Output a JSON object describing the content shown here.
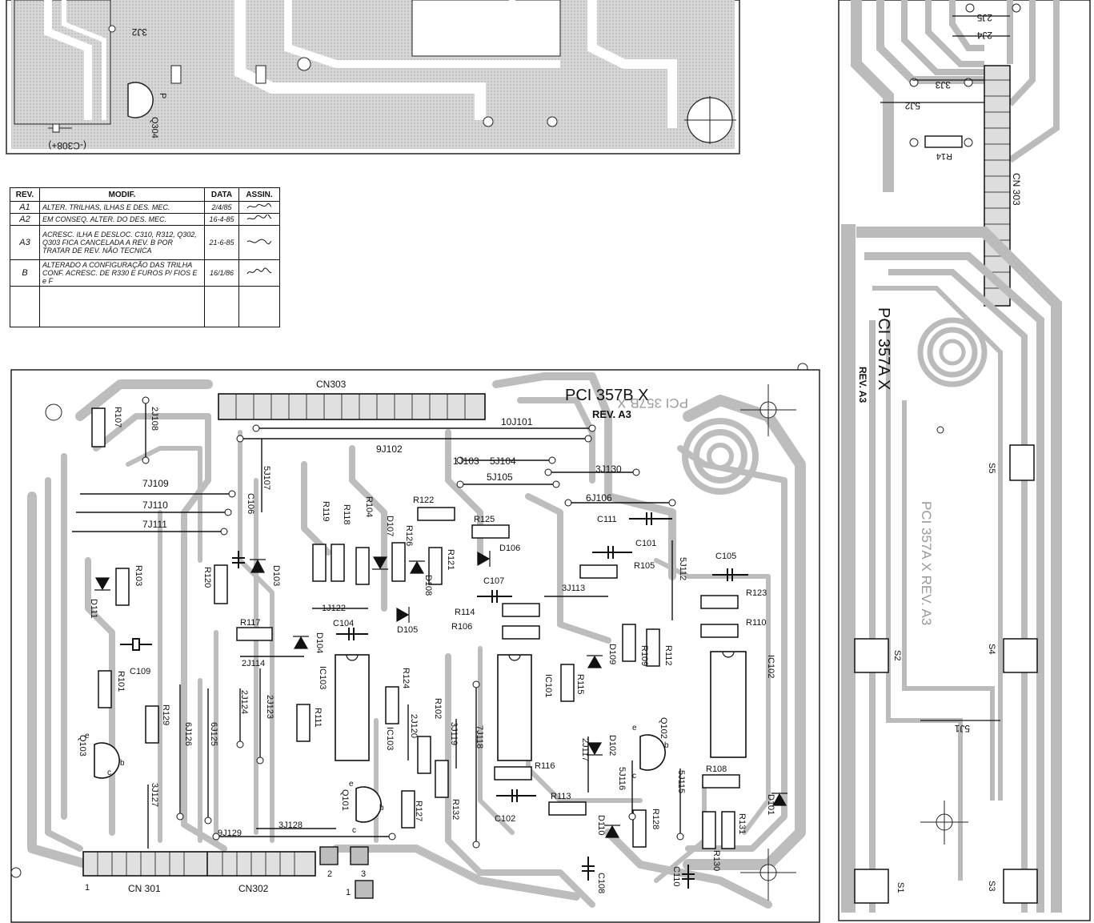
{
  "revision_table": {
    "headers": {
      "rev": "REV.",
      "modif": "MODIF.",
      "data": "DATA",
      "assin": "ASSIN."
    },
    "rows": [
      {
        "rev": "A1",
        "modif": "ALTER. TRILHAS, ILHAS E DES. MEC.",
        "data": "2/4/85",
        "assin": "signature"
      },
      {
        "rev": "A2",
        "modif": "EM CONSEQ. ALTER. DO DES. MEC.",
        "data": "16-4-85",
        "assin": "signature"
      },
      {
        "rev": "A3",
        "modif": "ACRESC. ILHA E DESLOC. C310, R312, Q302, Q303 FICA CANCELADA A REV. B POR TRATAR DE REV. NÃO TECNICA",
        "data": "21-6-85",
        "assin": "signature"
      },
      {
        "rev": "B",
        "modif": "ALTERADO A CONFIGURAÇÃO DAS TRILHA CONF. ACRESC. DE R330 E FUROS P/ FIOS E e F",
        "data": "16/1/86",
        "assin": "signature"
      }
    ]
  },
  "top_board": {
    "labels": [
      "3J2",
      "(-C308+)",
      "Q304",
      "P"
    ]
  },
  "main_board": {
    "title": "PCI 357B X",
    "revision": "REV. A3",
    "mirror_text": "PCI 357B X",
    "connectors": {
      "top": "CN303",
      "bottom_left": "CN 301",
      "bottom_right": "CN302"
    },
    "pads": [
      "1",
      "2",
      "3"
    ],
    "jumpers": [
      "2J108",
      "10J101",
      "9J102",
      "1J103",
      "5J104",
      "5J105",
      "3J130",
      "6J106",
      "7J109",
      "7J110",
      "7J111",
      "5J107",
      "1J122",
      "2J114",
      "3J113",
      "5J112",
      "2J124",
      "2J123",
      "6J126",
      "6J125",
      "3J127",
      "9J129",
      "3J128",
      "2J120",
      "3J119",
      "7J118",
      "2J117",
      "5J116",
      "5J115"
    ],
    "resistors": [
      "R107",
      "R103",
      "R101",
      "R129",
      "R120",
      "R117",
      "R119",
      "R118",
      "R104",
      "R126",
      "R122",
      "R125",
      "R121",
      "R114",
      "R106",
      "R111",
      "R124",
      "R102",
      "R127",
      "R132",
      "R116",
      "R113",
      "R115",
      "R109",
      "R112",
      "R105",
      "R123",
      "R110",
      "R108",
      "R128",
      "R130",
      "R131"
    ],
    "capacitors": [
      "C106",
      "C104",
      "C109",
      "C107",
      "C111",
      "C101",
      "C105",
      "C102",
      "C108",
      "C110"
    ],
    "diodes": [
      "D111",
      "D103",
      "D104",
      "D107",
      "D108",
      "D105",
      "D106",
      "D109",
      "D102",
      "D110",
      "D101"
    ],
    "transistors": [
      "Q103",
      "Q101",
      "Q102"
    ],
    "ics": [
      "IC103",
      "IC101",
      "IC102"
    ],
    "pin_letters": [
      "e",
      "b",
      "c"
    ]
  },
  "right_board": {
    "title": "PCI 357A X",
    "revision": "REV. A3",
    "mirror_text": "PCI 357A X REV. A3",
    "connector": "CN 303",
    "jumpers": [
      "2J5",
      "2J4",
      "3J3",
      "5J2",
      "5J1"
    ],
    "resistors": [
      "R14"
    ],
    "switches": [
      "S5",
      "S2",
      "S4",
      "S1",
      "S3"
    ]
  }
}
